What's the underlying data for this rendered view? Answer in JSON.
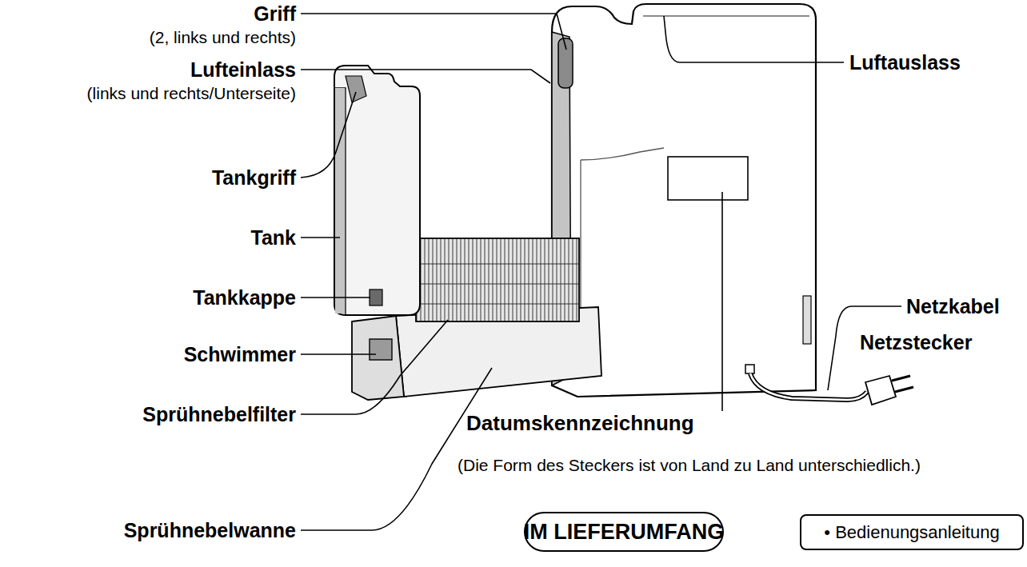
{
  "diagram": {
    "nodes": [
      {
        "text": [
          "IM LIEFERUMFANG"
        ]
      },
      {
        "text": [
          "• Bedienungsanleitung"
        ]
      }
    ],
    "labels": [
      "Griff",
      "(2, links und rechts)",
      "Lufteinlass",
      "(links und rechts/Unterseite)",
      "Tankgriff",
      "Tank",
      "Tankkappe",
      "Schwimmer",
      "Sprühnebelfilter",
      "Sprühnebelwanne",
      "Luftauslass",
      "Netzkabel",
      "Netzstecker",
      "Datumskennzeichnung",
      "(Die Form des Steckers ist von Land zu Land unterschiedlich.)"
    ]
  }
}
